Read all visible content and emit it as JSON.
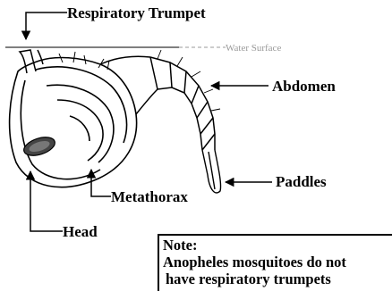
{
  "labels": {
    "respiratory_trumpet": "Respiratory Trumpet",
    "water_surface": "Water Surface",
    "abdomen": "Abdomen",
    "paddles": "Paddles",
    "metathorax": "Metathorax",
    "head": "Head"
  },
  "note": {
    "heading": "Note:",
    "line1": "Anopheles mosquitoes do not",
    "line2": "have respiratory trumpets"
  },
  "colors": {
    "ink": "#000000",
    "water_surface": "#9a9a9a",
    "background": "#ffffff"
  }
}
